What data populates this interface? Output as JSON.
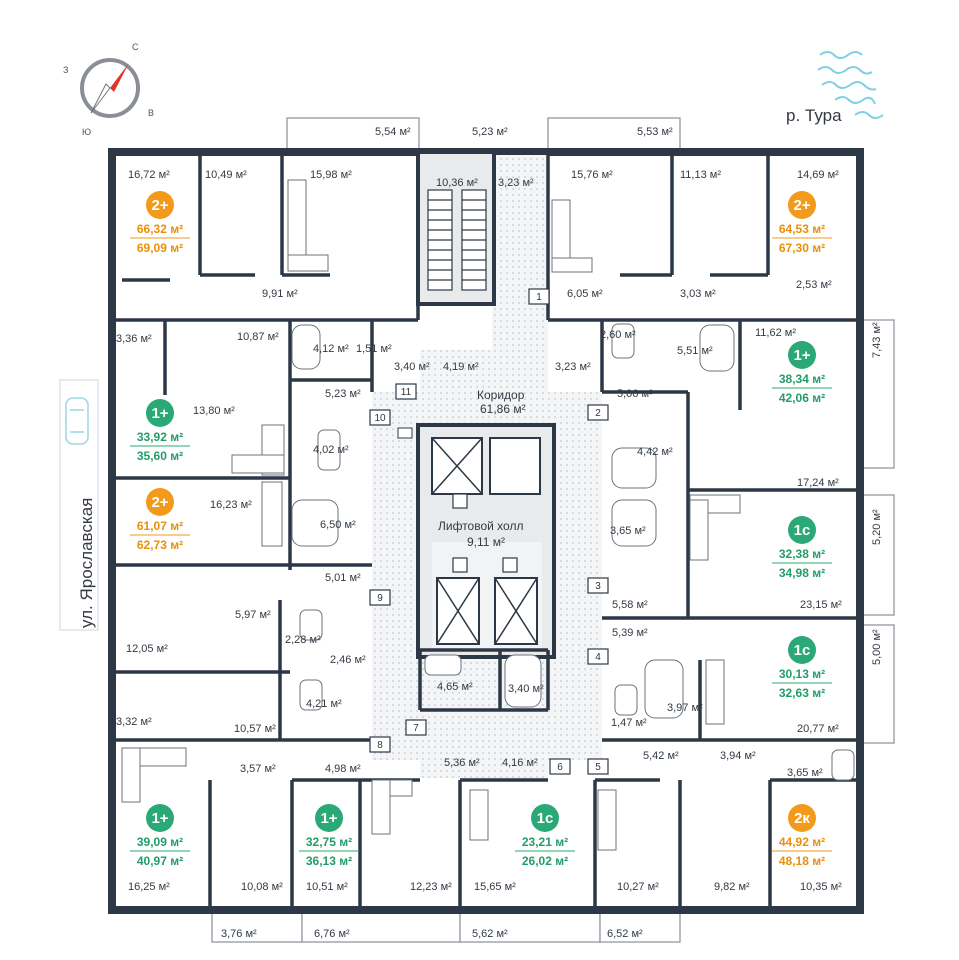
{
  "compass": {
    "north": "С",
    "west": "З",
    "east": "В",
    "south": "Ю"
  },
  "river_label": "р. Тура",
  "street_label": "ул. Ярославская",
  "corridor": {
    "name": "Коридор",
    "area": "61,86 м²"
  },
  "lift_hall": {
    "name": "Лифтовой холл",
    "area": "9,11 м²"
  },
  "apartments": [
    {
      "type": "2+",
      "area_living": "66,32 м²",
      "area_total": "69,09 м²",
      "color": "#f29a1c"
    },
    {
      "type": "2+",
      "area_living": "64,53 м²",
      "area_total": "67,30 м²",
      "color": "#f29a1c"
    },
    {
      "type": "1+",
      "area_living": "38,34 м²",
      "area_total": "42,06 м²",
      "color": "#2aa876"
    },
    {
      "type": "1+",
      "area_living": "33,92 м²",
      "area_total": "35,60 м²",
      "color": "#2aa876"
    },
    {
      "type": "2+",
      "area_living": "61,07 м²",
      "area_total": "62,73 м²",
      "color": "#f29a1c"
    },
    {
      "type": "1с",
      "area_living": "32,38 м²",
      "area_total": "34,98 м²",
      "color": "#2aa876"
    },
    {
      "type": "1с",
      "area_living": "30,13 м²",
      "area_total": "32,63 м²",
      "color": "#2aa876"
    },
    {
      "type": "1+",
      "area_living": "39,09 м²",
      "area_total": "40,97 м²",
      "color": "#2aa876"
    },
    {
      "type": "1+",
      "area_living": "32,75 м²",
      "area_total": "36,13 м²",
      "color": "#2aa876"
    },
    {
      "type": "1с",
      "area_living": "23,21 м²",
      "area_total": "26,02 м²",
      "color": "#2aa876"
    },
    {
      "type": "2к",
      "area_living": "44,92 м²",
      "area_total": "48,18 м²",
      "color": "#f29a1c"
    }
  ],
  "unit_numbers": [
    "1",
    "2",
    "3",
    "4",
    "5",
    "6",
    "7",
    "8",
    "9",
    "10",
    "11"
  ],
  "room_areas": [
    "5,54 м²",
    "5,23 м²",
    "5,53 м²",
    "16,72 м²",
    "10,49 м²",
    "15,98 м²",
    "10,36 м²",
    "3,23 м²",
    "15,76 м²",
    "11,13 м²",
    "14,69 м²",
    "9,91 м²",
    "6,05 м²",
    "3,03 м²",
    "2,53 м²",
    "3,36 м²",
    "10,87 м²",
    "4,12 м²",
    "1,51 м²",
    "3,40 м²",
    "4,19 м²",
    "2,60 м²",
    "3,23 м²",
    "5,51 м²",
    "11,62 м²",
    "7,43 м²",
    "5,23 м²",
    "13,80 м²",
    "5,06 м²",
    "4,02 м²",
    "4,42 м²",
    "17,24 м²",
    "16,23 м²",
    "6,50 м²",
    "3,65 м²",
    "5,20 м²",
    "5,01 м²",
    "5,58 м²",
    "23,15 м²",
    "5,97 м²",
    "2,28 м²",
    "2,46 м²",
    "5,39 м²",
    "12,05 м²",
    "5,00 м²",
    "4,65 м²",
    "3,40 м²",
    "4,21 м²",
    "1,47 м²",
    "3,97 м²",
    "3,32 м²",
    "10,57 м²",
    "20,77 м²",
    "5,36 м²",
    "4,16 м²",
    "5,42 м²",
    "3,94 м²",
    "3,57 м²",
    "4,98 м²",
    "3,65 м²",
    "16,25 м²",
    "10,08 м²",
    "10,51 м²",
    "12,23 м²",
    "15,65 м²",
    "10,27 м²",
    "9,82 м²",
    "10,35 м²",
    "3,76 м²",
    "6,76 м²",
    "5,62 м²",
    "6,52 м²"
  ]
}
